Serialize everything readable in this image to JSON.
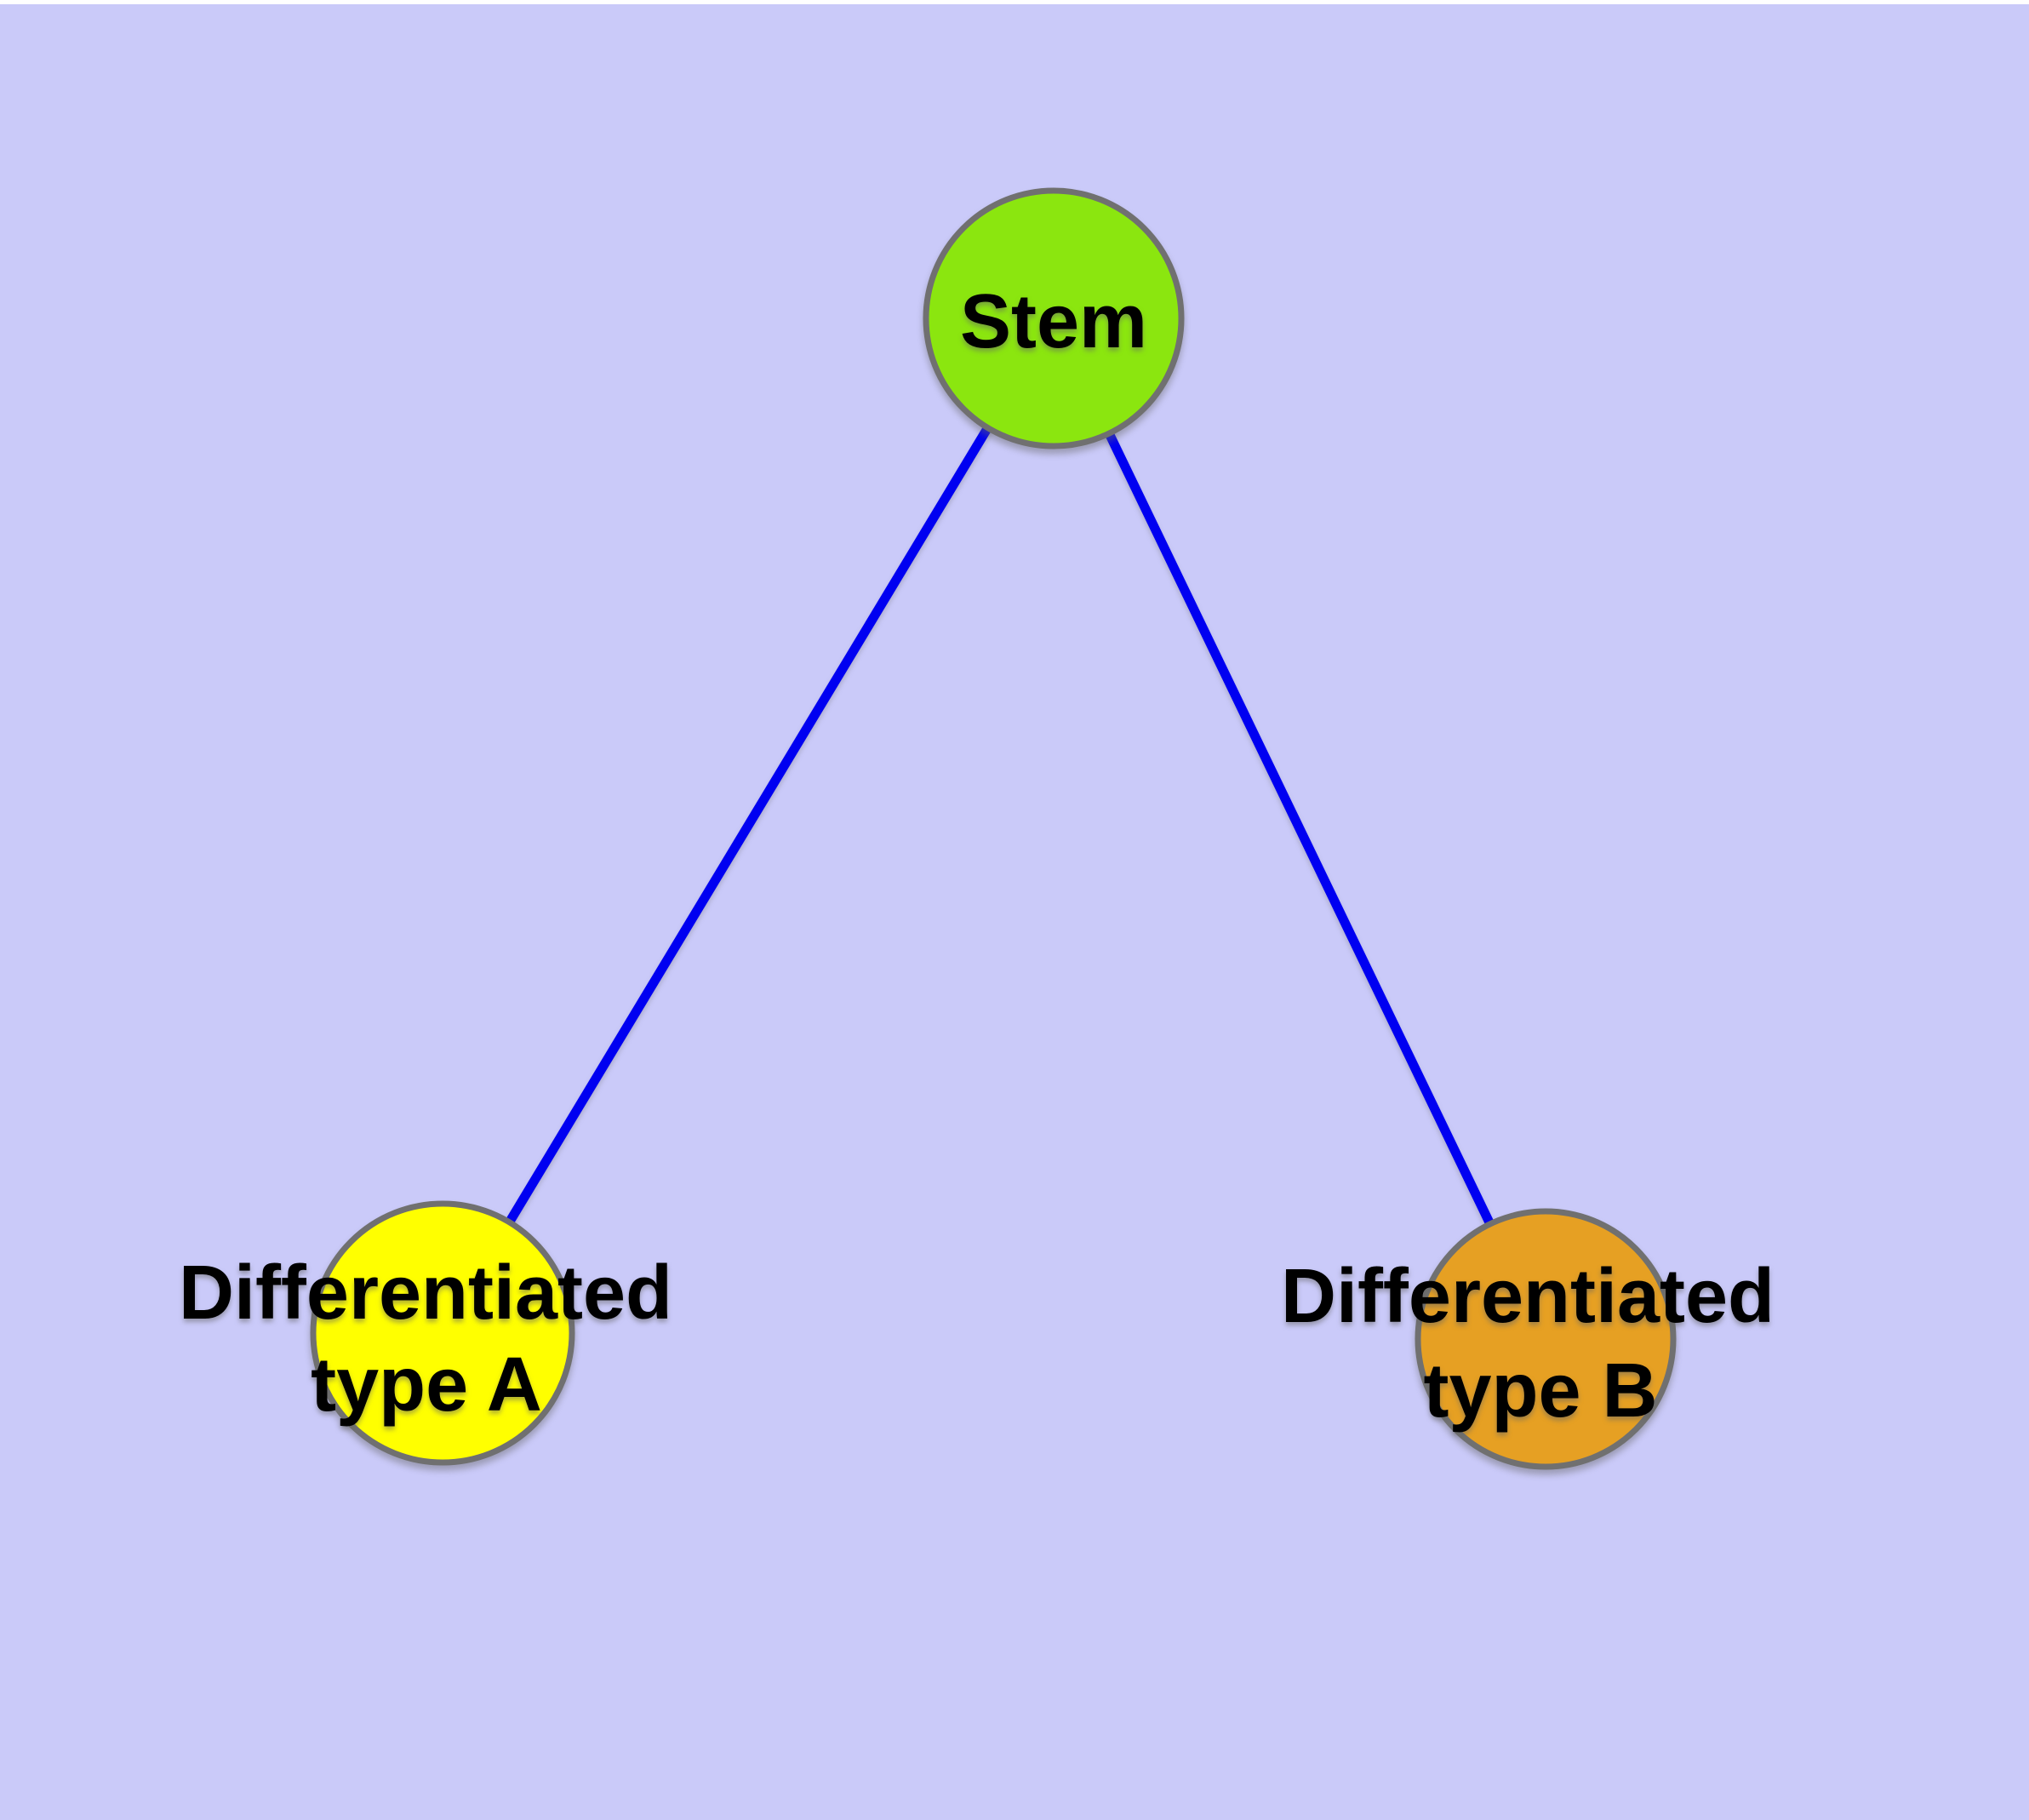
{
  "diagram": {
    "background_color": "#CACAF9",
    "top_strip_color": "#FFFFFF",
    "edge_color": "#0000F1",
    "node_border_color": "#707070",
    "label_color": "#000000",
    "nodes": [
      {
        "id": "stem",
        "label": "Stem",
        "lines": [
          "Stem"
        ],
        "fill": "#8BE60F"
      },
      {
        "id": "diff-a",
        "label": "Differentiated type A",
        "lines": [
          "Differentiated",
          "type A"
        ],
        "fill": "#FFFF00"
      },
      {
        "id": "diff-b",
        "label": "Differentiated type B",
        "lines": [
          "Differentiated",
          "type B"
        ],
        "fill": "#E6A023"
      }
    ],
    "edges": [
      {
        "from": "Stem",
        "to": "Differentiated type A"
      },
      {
        "from": "Stem",
        "to": "Differentiated type B"
      }
    ]
  }
}
